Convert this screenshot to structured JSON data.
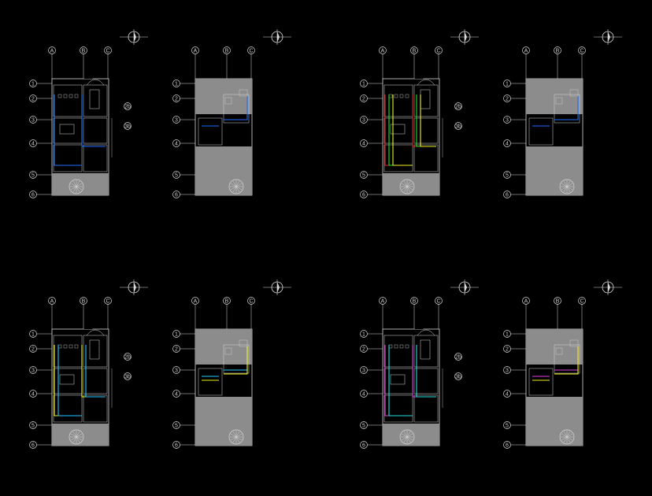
{
  "drawing": {
    "background": "#000000",
    "line_color": "#d8d8d8",
    "fill_color": "#8c8c8c",
    "sheets": [
      {
        "title": "",
        "variant": "ground",
        "accent": "#1e6fff"
      },
      {
        "title": "",
        "variant": "upper",
        "accent": "#1e6fff"
      },
      {
        "title": "",
        "variant": "ground",
        "accent": "#e02020",
        "accent2": "#20e020",
        "accent3": "#f0f020"
      },
      {
        "title": "",
        "variant": "upper",
        "accent": "#1e6fff"
      },
      {
        "title": "",
        "variant": "ground",
        "accent": "#f0f020",
        "accent2": "#20c8ff"
      },
      {
        "title": "",
        "variant": "upper",
        "accent": "#20c8ff",
        "accent2": "#f0f020"
      },
      {
        "title": "",
        "variant": "ground",
        "accent": "#e040e0",
        "accent2": "#20e0e0"
      },
      {
        "title": "",
        "variant": "upper",
        "accent": "#e040e0",
        "accent2": "#f0f020"
      }
    ],
    "grid_cols": [
      "A",
      "B",
      "C"
    ],
    "grid_rows": [
      "1",
      "2",
      "3",
      "4",
      "5",
      "6"
    ],
    "icons": [
      "north-arrow-icon",
      "tree-icon",
      "car-icon"
    ]
  }
}
